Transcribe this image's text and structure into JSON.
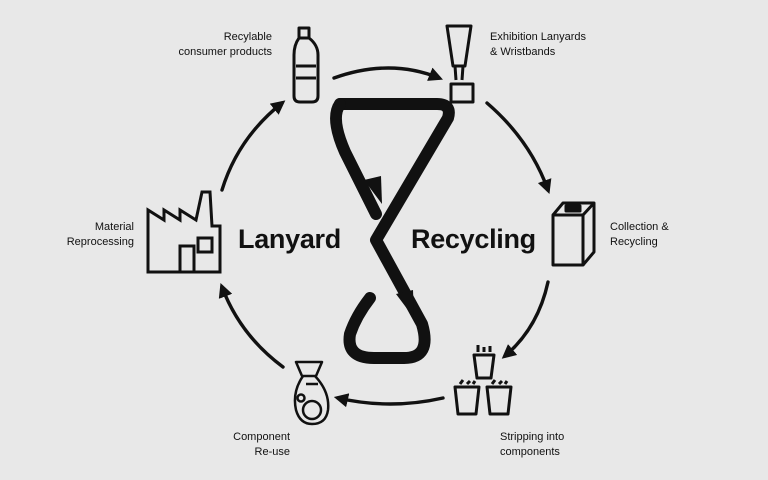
{
  "title": {
    "left_word": "Lanyard",
    "right_word": "Recycling"
  },
  "steps": [
    {
      "id": "products",
      "icon": "bottle-icon",
      "lines": [
        "Recylable",
        "consumer products"
      ]
    },
    {
      "id": "lanyards",
      "icon": "lanyard-icon",
      "lines": [
        "Exhibition Lanyards",
        "& Wristbands"
      ]
    },
    {
      "id": "collection",
      "icon": "recycling-bin-icon",
      "lines": [
        "Collection &",
        "Recycling"
      ]
    },
    {
      "id": "stripping",
      "icon": "component-bins-icon",
      "lines": [
        "Stripping into",
        "components"
      ]
    },
    {
      "id": "reuse",
      "icon": "clip-hook-icon",
      "lines": [
        "Component",
        "Re-use"
      ]
    },
    {
      "id": "reprocessing",
      "icon": "factory-icon",
      "lines": [
        "Material",
        "Reprocessing"
      ]
    }
  ],
  "colors": {
    "background": "#e8e8e8",
    "ink": "#111111"
  }
}
